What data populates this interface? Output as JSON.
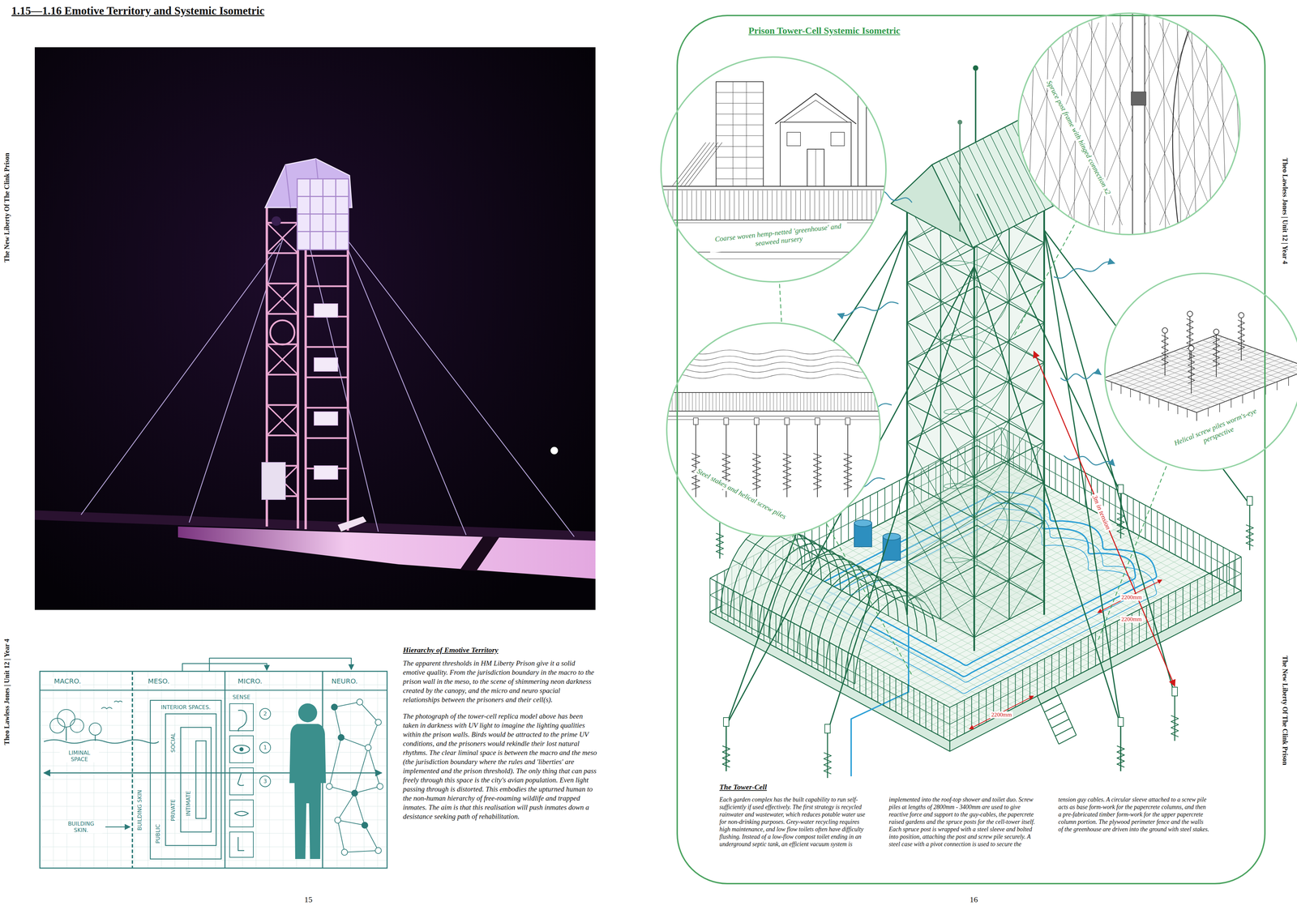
{
  "diagram": {
    "title": "1.15—1.16 Emotive Territory and Systemic Isometric",
    "nodes": [
      {
        "text": [
          "Prison Tower-Cell Systemic Isometric"
        ]
      },
      {
        "text": [
          "Coarse woven hemp-netted 'greenhouse' and seaweed nursery"
        ],
        "in": 0
      },
      {
        "text": [
          "Spruce post frame with hinged connection x2"
        ],
        "in": 0
      },
      {
        "text": [
          "Steel stakes and helical screw piles"
        ],
        "in": 0
      },
      {
        "text": [
          "Helical screw piles worm's-eye perspective"
        ],
        "in": 0
      }
    ],
    "labels": [
      "The New Liberty Of The Clink Prison",
      "Theo Lawless Jones | Unit 12 | Year 4",
      "MACRO.",
      "MESO.",
      "MICRO.",
      "NEURO.",
      "INTERIOR SPACES.",
      "SENSE",
      "SOCIAL",
      "PUBLIC",
      "PRIVATE",
      "INTIMATE",
      "LIMINAL SPACE",
      "BUILDING SKIN",
      "BUILDING SKIN.",
      "2",
      "1",
      "3",
      "Hierarchy of Emotive Territory",
      "The apparent thresholds in HM Liberty Prison give it a solid emotive quality. From the jurisdiction boundary in the macro to the prison wall in the meso, to the scene of shimmering neon darkness created by the canopy, and the micro and neuro spacial relationships between the prisoners and their cell(s).",
      "The photograph of the tower-cell replica model above has been taken in darkness with UV light to imagine the lighting qualities within the prison walls. Birds would be attracted to the prime UV conditions, and the prisoners would rekindle their lost natural rhythms. The clear liminal space is between the macro and the meso (the jurisdiction boundary where the rules and 'liberties' are implemented and the prison threshold). The only thing that can pass freely through this space is the city's avian population. Even light passing through is distorted. This embodies the upturned human to the non-human hierarchy of free-roaming wildlife and trapped inmates. The aim is that this realisation will push inmates down a desistance seeking path of rehabilitation.",
      "15",
      "Theo Lawless Jones | Unit 12 | Year 4",
      "The New Liberty Of The Clink Prison",
      "3m in tension",
      "2200mm",
      "2200mm",
      "2200mm",
      "The Tower-Cell",
      "Each garden complex has the built capability to run self-sufficiently if used effectively. The first strategy is recycled rainwater and wastewater, which reduces potable water use for non-drinking purposes. Grey-water recycling requires high maintenance, and low flow toilets often have difficulty flushing. Instead of a low-flow compost toilet ending in an underground septic tank, an efficient vacuum system is implemented into the roof-top shower and toilet duo. Screw piles at lengths of 2800mm - 3400mm are used to give reactive force and support to the guy-cables, the papercrete raised gardens and the spruce posts for the cell-tower itself. Each spruce post is wrapped with a steel sleeve and bolted into position, attaching the post and screw pile securely. A steel case with a pivot connection is used to secure the tension guy cables. A circular sleeve attached to a screw pile acts as base form-work for the papercrete columns, and then a pre-fabricated timber form-work for the upper papercrete column portion. The plywood perimeter fence and the walls of the greenhouse are driven into the ground with steel stakes.",
      "16"
    ]
  }
}
